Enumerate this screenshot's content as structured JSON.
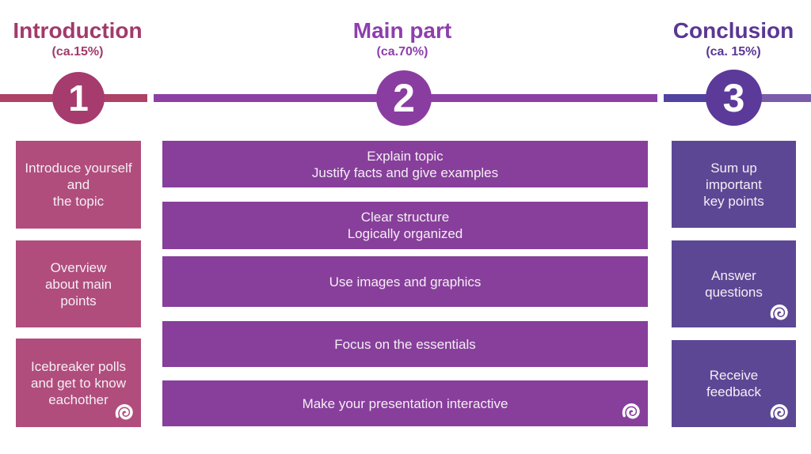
{
  "slide": {
    "background": "#ffffff"
  },
  "colors": {
    "c1-heading": "#a23a6b",
    "c1-line": "#ad4166",
    "c1-circle": "#a63b6e",
    "c1-box": "#b04d7d",
    "c2-heading": "#8d3fae",
    "c2-line": "#8c40a3",
    "c2-circle": "#8a3da0",
    "c2-box": "#873f9b",
    "c3-heading": "#5b3794",
    "c3-line": "#5243a0",
    "c3-circle": "#5c3a99",
    "c3-box": "#5c4795",
    "tail-line": "#7a5cab",
    "box-text": "#f5eef4"
  },
  "sections": [
    {
      "id": "introduction",
      "title": "Introduction",
      "subtitle": "(ca.15%)",
      "step_number": "1",
      "boxes": [
        {
          "text": "Introduce yourself\nand\nthe topic"
        },
        {
          "text": "Overview\nabout main\npoints"
        },
        {
          "text": "Icebreaker polls\nand get to know\neachother",
          "icon": "mentimeter-spiral-icon"
        }
      ]
    },
    {
      "id": "main-part",
      "title": "Main part",
      "subtitle": "(ca.70%)",
      "step_number": "2",
      "boxes": [
        {
          "text": "Explain topic\nJustify facts and give examples"
        },
        {
          "text": "Clear structure\nLogically organized"
        },
        {
          "text": "Use images and graphics"
        },
        {
          "text": "Focus on the essentials"
        },
        {
          "text": "Make your presentation interactive",
          "icon": "mentimeter-spiral-icon"
        }
      ]
    },
    {
      "id": "conclusion",
      "title": "Conclusion",
      "subtitle": "(ca. 15%)",
      "step_number": "3",
      "boxes": [
        {
          "text": "Sum up\nimportant\nkey points"
        },
        {
          "text": "Answer\nquestions",
          "icon": "mentimeter-spiral-icon"
        },
        {
          "text": "Receive\nfeedback",
          "icon": "mentimeter-spiral-icon"
        }
      ]
    }
  ]
}
